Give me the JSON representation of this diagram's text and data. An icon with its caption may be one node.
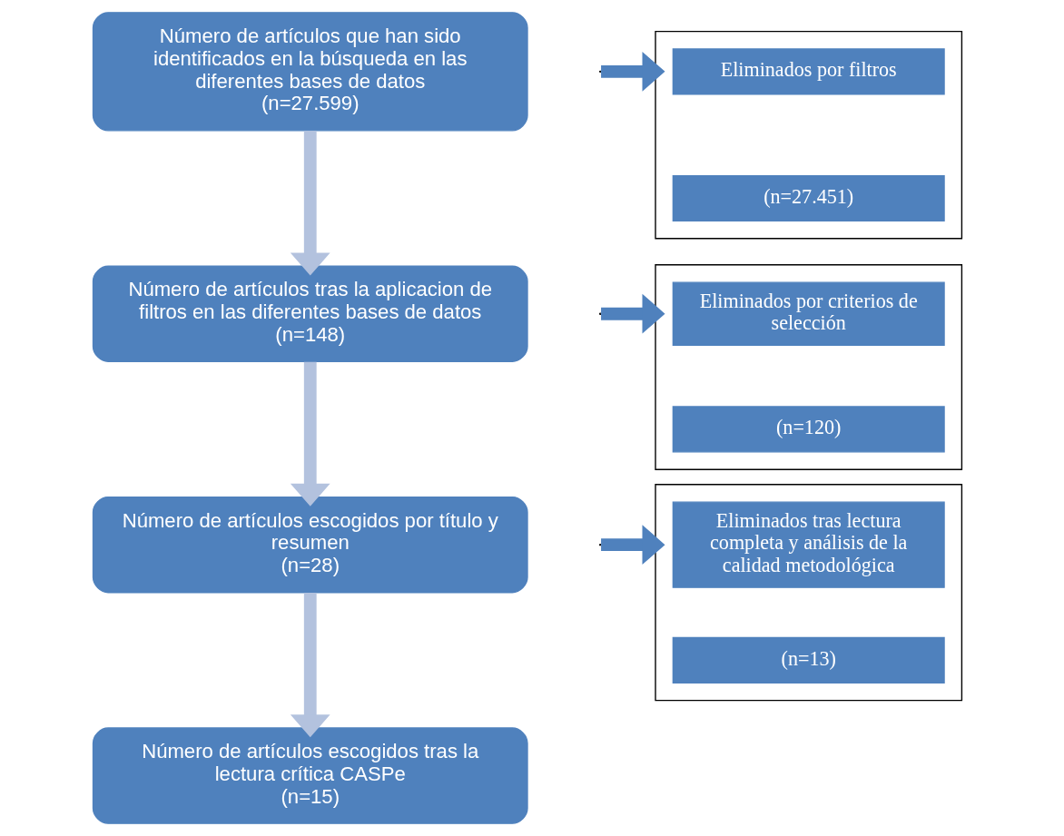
{
  "diagram": {
    "nodes": [
      {
        "text": [
          "Número de artículos que han sido identificados en la búsqueda en las diferentes bases de datos",
          "(n=27.599)"
        ]
      },
      {
        "text": [],
        "shape": "box"
      },
      {
        "text": [
          "Eliminados por filtros"
        ],
        "in": 1
      },
      {
        "text": [
          "(n=27.451)"
        ],
        "in": 1
      },
      {
        "text": [
          "Número de artículos tras la aplicacion de filtros en las diferentes bases de datos",
          "(n=148)"
        ]
      },
      {
        "text": [],
        "shape": "box"
      },
      {
        "text": [
          "Eliminados por criterios de selección"
        ],
        "in": 5
      },
      {
        "text": [
          "(n=120)"
        ],
        "in": 5
      },
      {
        "text": [
          "Número de artículos escogidos por título y resumen",
          "(n=28)"
        ]
      },
      {
        "text": [],
        "shape": "box"
      },
      {
        "text": [
          "Eliminados tras lectura completa y análisis de la calidad metodológica"
        ],
        "in": 9
      },
      {
        "text": [
          "(n=13)"
        ],
        "in": 9
      },
      {
        "text": [
          "Número de artículos escogidos tras la lectura crítica CASPe",
          "(n=15)"
        ]
      }
    ],
    "edges": [
      {
        "from": 0,
        "to": 4,
        "arrow": "to"
      },
      {
        "from": null,
        "to": 1,
        "arrow": "to",
        "color": "#4f81bd"
      },
      {
        "from": 4,
        "to": 8,
        "arrow": "to"
      },
      {
        "from": null,
        "to": 5,
        "arrow": "to",
        "color": "#4f81bd"
      },
      {
        "from": 8,
        "to": 12,
        "arrow": "to"
      },
      {
        "from": null,
        "to": 9,
        "arrow": "to",
        "color": "#4f81bd"
      }
    ]
  }
}
